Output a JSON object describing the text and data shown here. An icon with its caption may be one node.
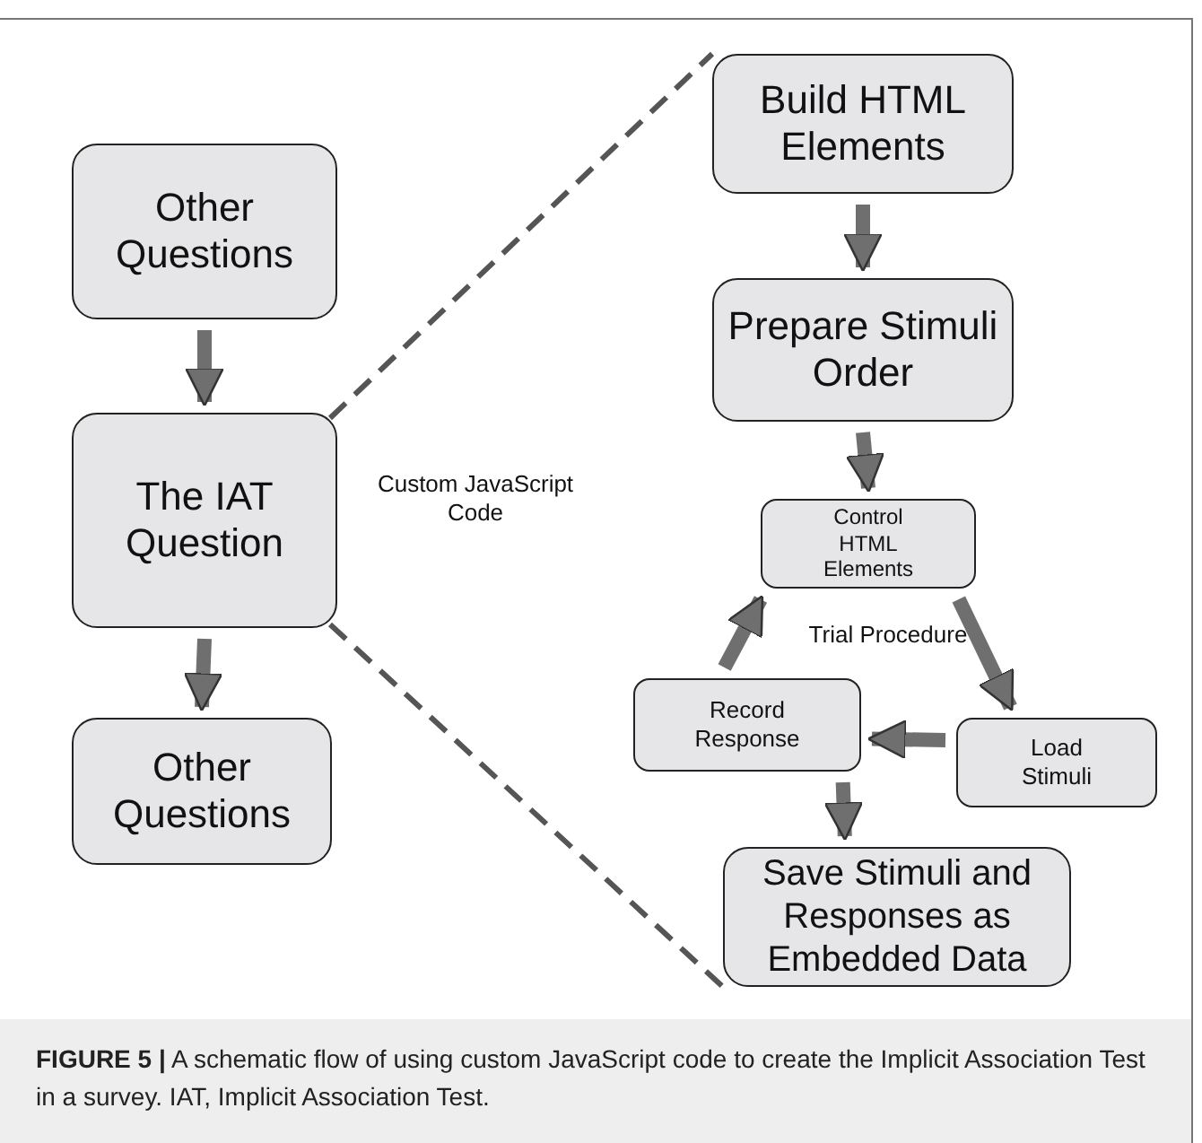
{
  "diagram": {
    "caption": "**FIGURE 5 |** A schematic flow of using custom JavaScript code to create the Implicit Association Test in a survey. IAT, Implicit Association Test.",
    "nodes": [
      {
        "text": [
          "Other Questions"
        ]
      },
      {
        "text": [
          "The IAT Question"
        ]
      },
      {
        "text": [
          "Other Questions"
        ]
      },
      {
        "text": [
          "Build HTML Elements"
        ]
      },
      {
        "text": [
          "Prepare Stimuli Order"
        ]
      },
      {
        "text": [
          "Control HTML Elements"
        ]
      },
      {
        "text": [
          "Load Stimuli"
        ]
      },
      {
        "text": [
          "Record Response"
        ]
      },
      {
        "text": [
          "Save Stimuli and Responses as Embedded Data"
        ]
      }
    ],
    "edges": [
      {
        "from": 0,
        "to": 1,
        "arrow": "to"
      },
      {
        "from": 1,
        "to": 2,
        "arrow": "to"
      },
      {
        "from": 3,
        "to": 4,
        "arrow": "to"
      },
      {
        "from": 4,
        "to": 5,
        "arrow": "to"
      },
      {
        "from": 5,
        "to": 6,
        "arrow": "to"
      },
      {
        "from": 6,
        "to": 7,
        "arrow": "to"
      },
      {
        "from": 7,
        "to": 5,
        "arrow": "to"
      },
      {
        "from": 7,
        "to": 8,
        "arrow": "to"
      },
      {
        "from": 1,
        "to": 3,
        "arrow": "none",
        "style": "dashed"
      },
      {
        "from": 1,
        "to": 8,
        "arrow": "none",
        "style": "dashed"
      }
    ],
    "labels": [
      "Custom JavaScript Code",
      "Trial Procedure"
    ]
  }
}
